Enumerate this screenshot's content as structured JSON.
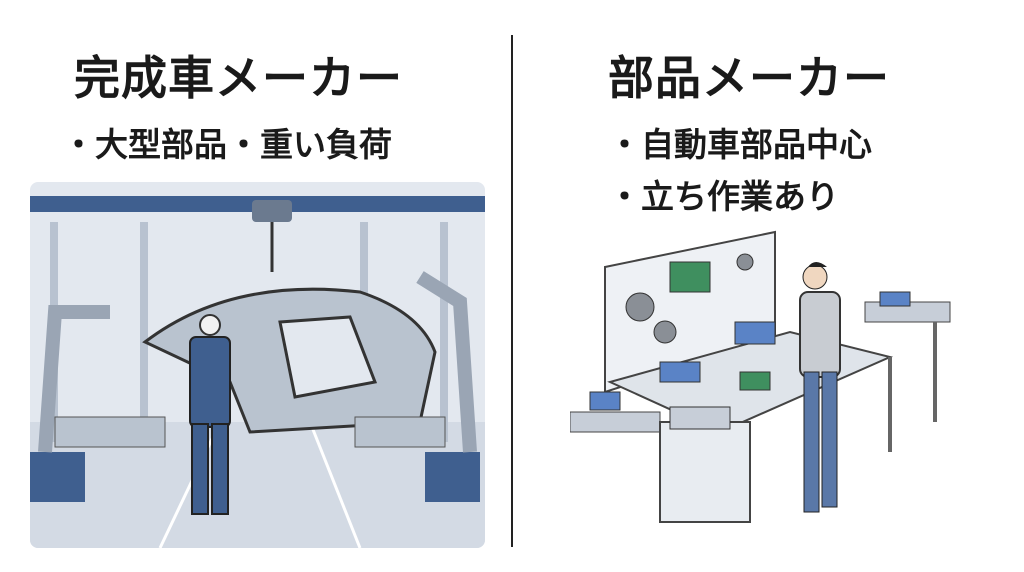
{
  "left": {
    "title": "完成車メーカー",
    "subtitle": "・大型部品・重い負荷"
  },
  "right": {
    "title": "部品メーカー",
    "bullets": [
      "・自動車部品中心",
      "・立ち作業あり"
    ]
  },
  "colors": {
    "steel_blue": "#3f5f8f",
    "background_panel": "#e3e8ef",
    "text": "#1a1a1a"
  }
}
